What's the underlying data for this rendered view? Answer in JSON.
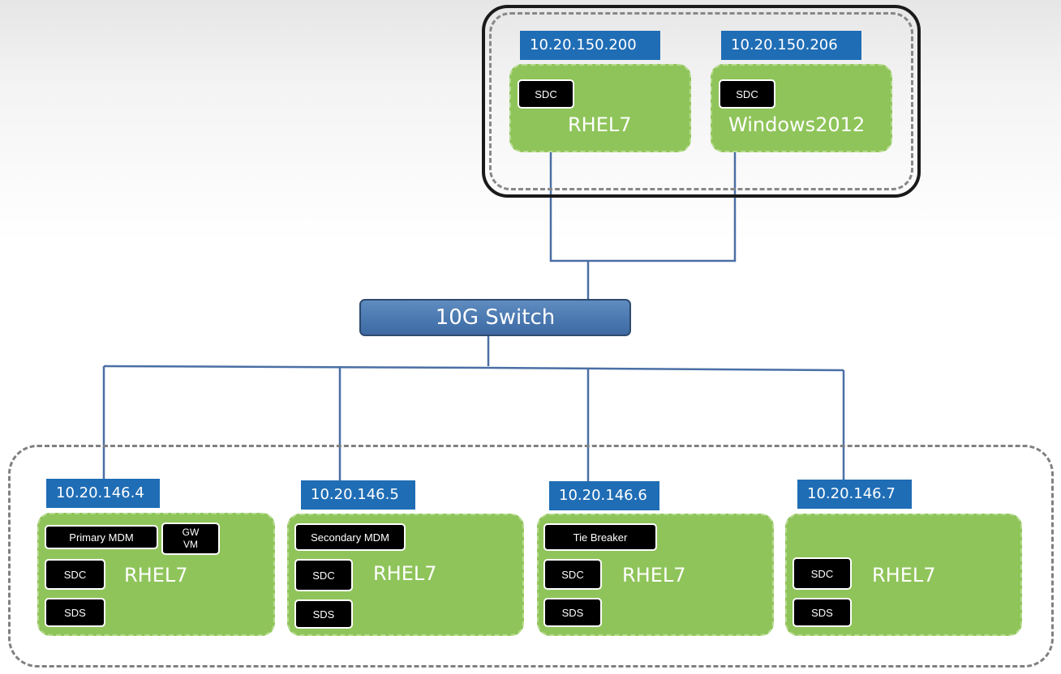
{
  "network_switch": {
    "label": "10G Switch"
  },
  "client_group": {
    "nodes": [
      {
        "ip": "10.20.150.200",
        "os": "RHEL7",
        "components": [
          "SDC"
        ]
      },
      {
        "ip": "10.20.150.206",
        "os": "Windows2012",
        "components": [
          "SDC"
        ]
      }
    ]
  },
  "cluster_group": {
    "nodes": [
      {
        "ip": "10.20.146.4",
        "os": "RHEL7",
        "role": "Primary MDM",
        "extra": "GW\nVM",
        "components": [
          "SDC",
          "SDS"
        ]
      },
      {
        "ip": "10.20.146.5",
        "os": "RHEL7",
        "role": "Secondary MDM",
        "components": [
          "SDC",
          "SDS"
        ]
      },
      {
        "ip": "10.20.146.6",
        "os": "RHEL7",
        "role": "Tie Breaker",
        "components": [
          "SDC",
          "SDS"
        ]
      },
      {
        "ip": "10.20.146.7",
        "os": "RHEL7",
        "components": [
          "SDC",
          "SDS"
        ]
      }
    ]
  },
  "colors": {
    "ip_label": "#1f6db5",
    "node": "#8fc45a",
    "link": "#4a6fa5",
    "component": "#000000"
  }
}
